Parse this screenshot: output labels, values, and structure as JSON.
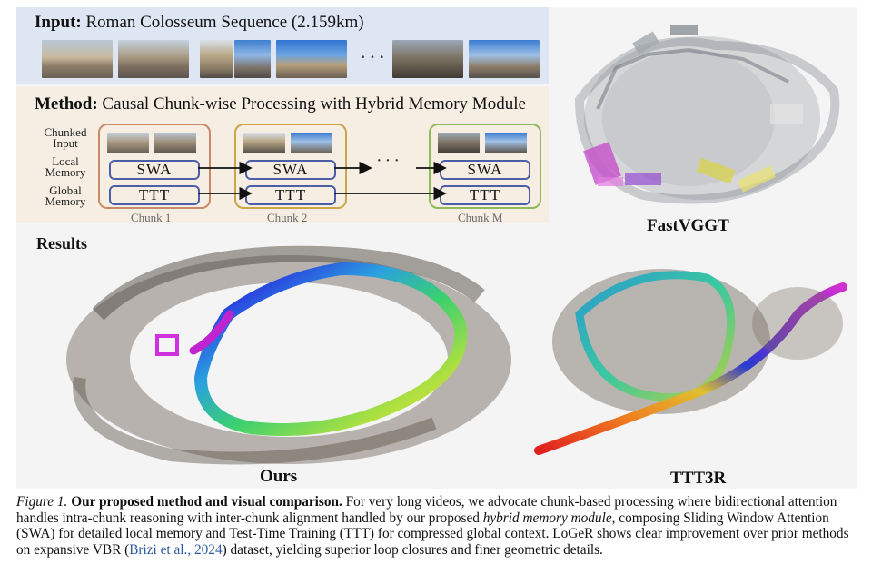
{
  "input_panel": {
    "label": "Input:",
    "text": "Roman Colosseum Sequence (2.159km)",
    "ellipsis": "···"
  },
  "method_panel": {
    "label": "Method:",
    "text": "Causal Chunk-wise Processing with Hybrid Memory Module",
    "rows": {
      "chunked_input": [
        "Chunked",
        "Input"
      ],
      "local_memory": [
        "Local",
        "Memory"
      ],
      "global_memory": [
        "Global",
        "Memory"
      ]
    },
    "chunks": [
      {
        "label": "Chunk 1",
        "local": "SWA",
        "global": "TTT",
        "color": "#c98a6a"
      },
      {
        "label": "Chunk 2",
        "local": "SWA",
        "global": "TTT",
        "color": "#c9a64a"
      },
      {
        "label": "Chunk M",
        "local": "SWA",
        "global": "TTT",
        "color": "#8fba5a"
      }
    ],
    "ellipsis": "···"
  },
  "results": {
    "label": "Results",
    "ours_label": "Ours",
    "ttt3r_label": "TTT3R",
    "fastvggt_label": "FastVGGT"
  },
  "caption": {
    "figure_label": "Figure 1.",
    "bold_text": "Our proposed method and visual comparison.",
    "text_1": "For very long videos, we advocate chunk-based processing where bidirectional attention handles intra-chunk reasoning with inter-chunk alignment handled by our proposed",
    "italic_text": "hybrid memory module",
    "text_2": ", composing Sliding Window Attention (SWA) for detailed local memory and Test-Time Training (TTT) for compressed global context. LoGeR shows clear improvement over prior methods on expansive VBR (",
    "citation": "Brizi et al., 2024",
    "text_3": ") dataset, yielding superior loop closures and finer geometric details."
  }
}
